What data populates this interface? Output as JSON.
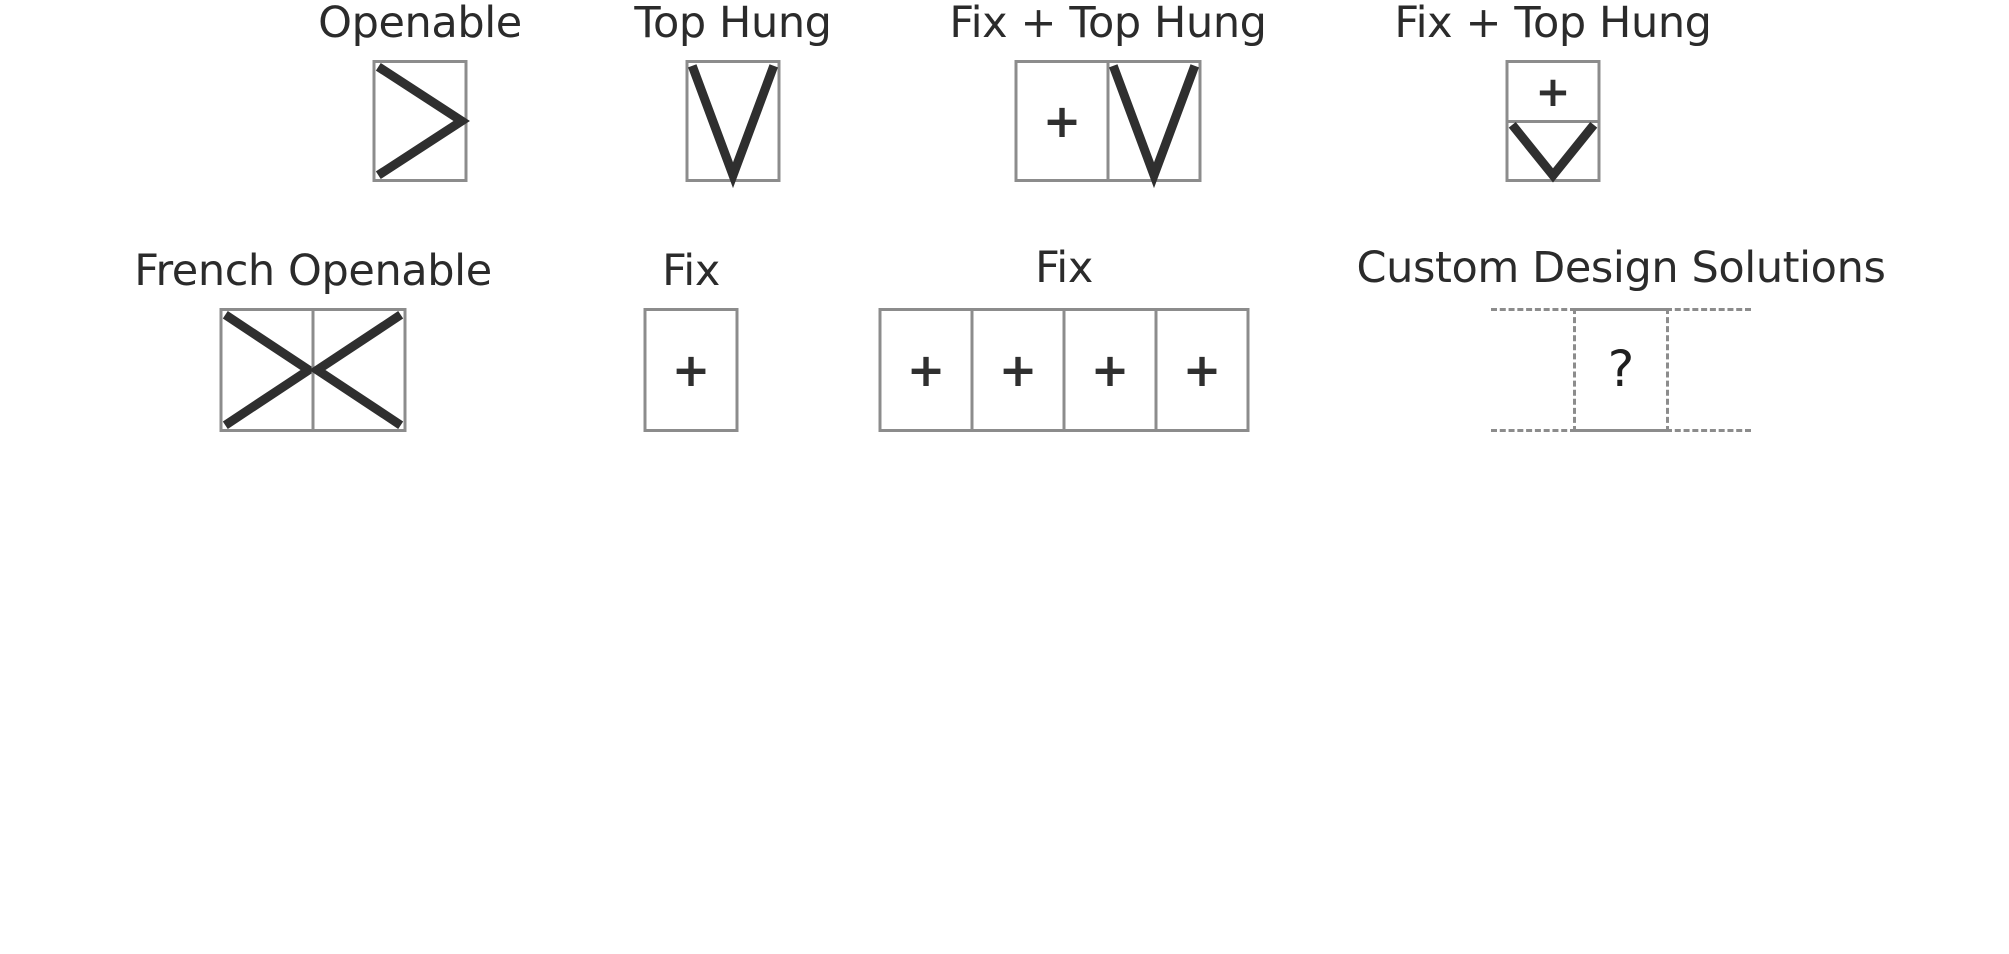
{
  "page": {
    "background": "#ffffff",
    "line_color": "#8c8c8c",
    "symbol_color": "#2f2f2f",
    "text_color": "#2b2b2b"
  },
  "legend": {
    "title": "",
    "rows": [
      {
        "row_index": 1,
        "items": [
          {
            "id": "openable",
            "label": "Openable",
            "panels": 1,
            "arrangement": "single",
            "symbols": [
              "chevron-right"
            ]
          },
          {
            "id": "top-hung",
            "label": "Top Hung",
            "panels": 1,
            "arrangement": "single",
            "symbols": [
              "vee-down"
            ]
          },
          {
            "id": "fix-top-hung-horizontal",
            "label": "Fix + Top Hung",
            "panels": 2,
            "arrangement": "horizontal",
            "symbols": [
              "plus",
              "vee-down"
            ],
            "plus_glyph": "+"
          },
          {
            "id": "fix-top-hung-vertical",
            "label": "Fix + Top Hung",
            "panels": 2,
            "arrangement": "vertical",
            "symbols": [
              "plus",
              "vee-down"
            ],
            "plus_glyph": "+"
          }
        ]
      },
      {
        "row_index": 2,
        "items": [
          {
            "id": "french-openable",
            "label": "French Openable",
            "panels": 2,
            "arrangement": "horizontal",
            "symbols": [
              "chevron-right",
              "chevron-left"
            ]
          },
          {
            "id": "fix-single",
            "label": "Fix",
            "panels": 1,
            "arrangement": "single",
            "symbols": [
              "plus"
            ],
            "plus_glyph": "+"
          },
          {
            "id": "fix-quad",
            "label": "Fix",
            "panels": 4,
            "arrangement": "horizontal",
            "symbols": [
              "plus",
              "plus",
              "plus",
              "plus"
            ],
            "plus_glyph": "+"
          },
          {
            "id": "custom-design-solutions",
            "label": "Custom Design Solutions",
            "panels": 1,
            "arrangement": "dashed-extendable",
            "symbols": [
              "question-mark"
            ],
            "question_glyph": "?"
          }
        ]
      }
    ]
  }
}
